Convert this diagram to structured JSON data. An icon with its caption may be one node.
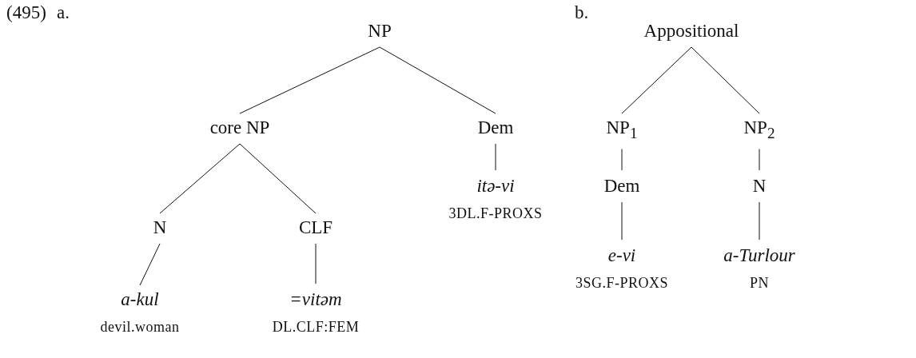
{
  "diagram": {
    "nodes": [
      {
        "text": [
          "NP"
        ]
      },
      {
        "text": [
          "core NP"
        ]
      },
      {
        "text": [
          "Dem"
        ]
      },
      {
        "text": [
          "N"
        ]
      },
      {
        "text": [
          "CLF"
        ]
      },
      {
        "text": [
          "itə-vi"
        ],
        "beside": [
          "3DL.F-PROXS"
        ]
      },
      {
        "text": [
          "a-kul"
        ],
        "beside": [
          "devil.woman"
        ]
      },
      {
        "text": [
          "=vitəm"
        ],
        "beside": [
          "DL.CLF:FEM"
        ]
      },
      {
        "text": [
          "Appositional"
        ]
      },
      {
        "text": [
          "NP$_{1}$"
        ]
      },
      {
        "text": [
          "NP$_{2}$"
        ]
      },
      {
        "text": [
          "Dem"
        ]
      },
      {
        "text": [
          "N"
        ]
      },
      {
        "text": [
          "e-vi"
        ],
        "beside": [
          "3SG.F-PROXS"
        ]
      },
      {
        "text": [
          "a-Turlour"
        ],
        "beside": [
          "PN"
        ]
      }
    ],
    "edges": [
      {
        "from": 0,
        "to": 1,
        "arrow": "none"
      },
      {
        "from": 0,
        "to": 2,
        "arrow": "none"
      },
      {
        "from": 1,
        "to": 3,
        "arrow": "none"
      },
      {
        "from": 1,
        "to": 4,
        "arrow": "none"
      },
      {
        "from": 2,
        "to": 5,
        "arrow": "none"
      },
      {
        "from": 3,
        "to": 6,
        "arrow": "none"
      },
      {
        "from": 4,
        "to": 7,
        "arrow": "none"
      },
      {
        "from": 8,
        "to": 9,
        "arrow": "none"
      },
      {
        "from": 8,
        "to": 10,
        "arrow": "none"
      },
      {
        "from": 9,
        "to": 11,
        "arrow": "none"
      },
      {
        "from": 10,
        "to": 12,
        "arrow": "none"
      },
      {
        "from": 11,
        "to": 13,
        "arrow": "none"
      },
      {
        "from": 12,
        "to": 14,
        "arrow": "none"
      }
    ],
    "labels": [
      "(495)",
      "a.",
      "b."
    ]
  }
}
